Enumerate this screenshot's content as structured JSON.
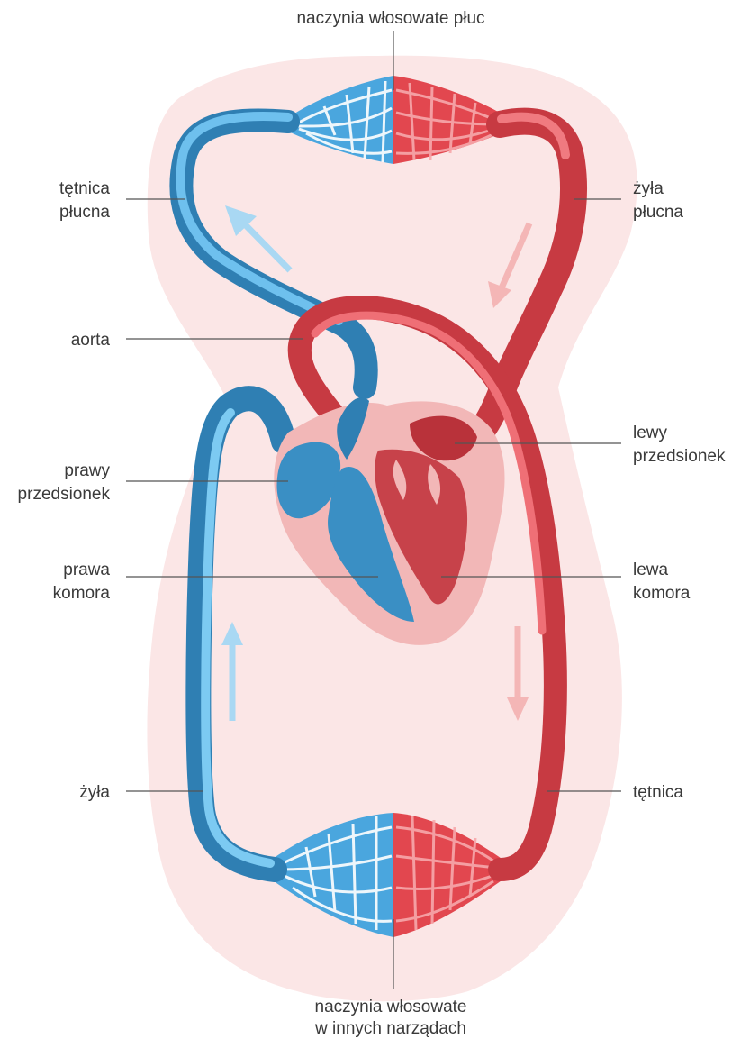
{
  "labels": {
    "capillaries_lungs": "naczynia włosowate płuc",
    "pulmonary_artery": [
      "tętnica",
      "płucna"
    ],
    "pulmonary_vein": [
      "żyła",
      "płucna"
    ],
    "aorta": "aorta",
    "left_atrium": [
      "lewy",
      "przedsionek"
    ],
    "right_atrium": [
      "prawy",
      "przedsionek"
    ],
    "right_ventricle": [
      "prawa",
      "komora"
    ],
    "left_ventricle": [
      "lewa",
      "komora"
    ],
    "vein": "żyła",
    "artery": "tętnica",
    "capillaries_organs": [
      "naczynia włosowate",
      "w innych narządach"
    ]
  },
  "colors": {
    "oxygenated": "#e2474f",
    "oxygenated_dark": "#c73a42",
    "deoxygenated": "#4aa6de",
    "deoxygenated_dark": "#2f7fb3",
    "body_outline": "#fbe6e6",
    "heart_tissue": "#f2b7b7",
    "arrow_blue": "#a9d8f3",
    "arrow_red": "#f4b6b6"
  }
}
